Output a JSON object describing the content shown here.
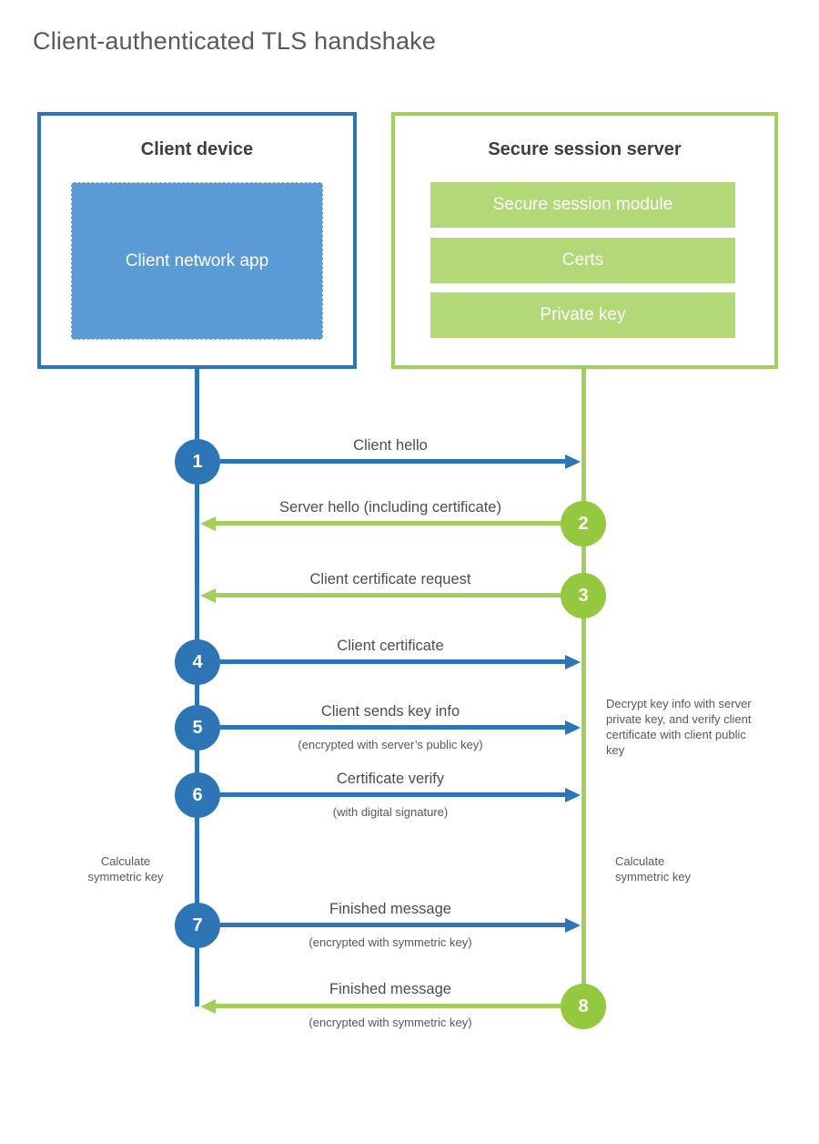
{
  "title": "Client-authenticated TLS handshake",
  "colors": {
    "blue": "#2e75b6",
    "blue_light": "#5b9bd5",
    "green_circle": "#94c83f",
    "green_line": "#a3ce5c",
    "green_bar": "#b3d878"
  },
  "client_box": {
    "title": "Client device",
    "app_label": "Client network app"
  },
  "server_box": {
    "title": "Secure session server",
    "modules": [
      "Secure session module",
      "Certs",
      "Private key"
    ]
  },
  "steps": [
    {
      "num": "1",
      "label": "Client hello",
      "direction": "right"
    },
    {
      "num": "2",
      "label": "Server hello (including certificate)",
      "direction": "left"
    },
    {
      "num": "3",
      "label": "Client certificate request",
      "direction": "left"
    },
    {
      "num": "4",
      "label": "Client certificate",
      "direction": "right"
    },
    {
      "num": "5",
      "label": "Client sends key info",
      "sub": "(encrypted with server’s public key)",
      "direction": "right"
    },
    {
      "num": "6",
      "label": "Certificate verify",
      "sub": "(with digital signature)",
      "direction": "right"
    },
    {
      "num": "7",
      "label": "Finished message",
      "sub": "(encrypted with symmetric key)",
      "direction": "right"
    },
    {
      "num": "8",
      "label": "Finished message",
      "sub": "(encrypted with symmetric key)",
      "direction": "left"
    }
  ],
  "annotations": {
    "decrypt_note": "Decrypt key info with server private key, and verify client certificate with client public key",
    "calc_left": "Calculate symmetric key",
    "calc_right": "Calculate symmetric key"
  }
}
